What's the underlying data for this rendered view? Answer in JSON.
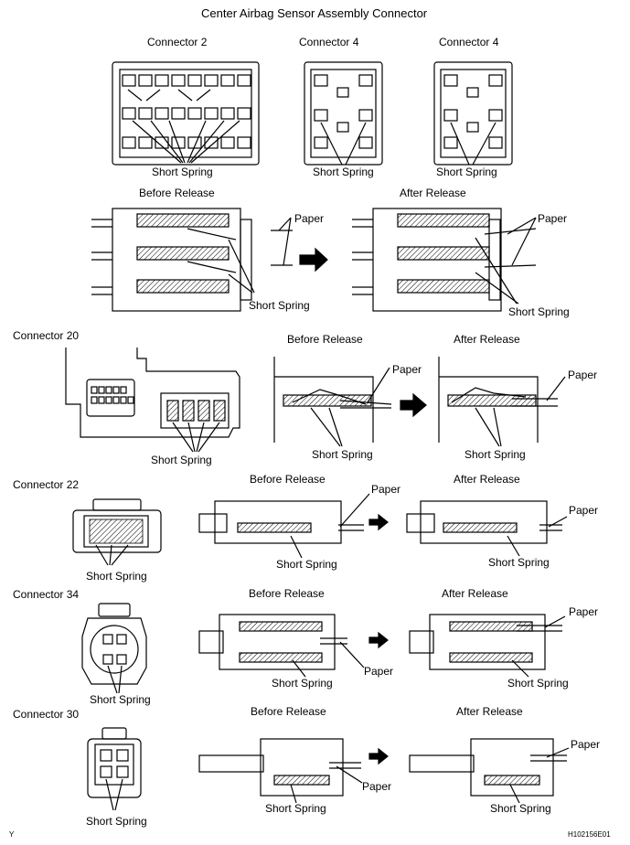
{
  "title": "Center Airbag Sensor Assembly Connector",
  "labels": {
    "connector2": "Connector 2",
    "connector4a": "Connector 4",
    "connector4b": "Connector 4",
    "connector20": "Connector 20",
    "connector22": "Connector 22",
    "connector34": "Connector 34",
    "connector30": "Connector 30",
    "before": "Before Release",
    "after": "After Release",
    "short_spring": "Short Spring",
    "paper": "Paper"
  },
  "corner_left": "Y",
  "figure_code": "H102156E01"
}
